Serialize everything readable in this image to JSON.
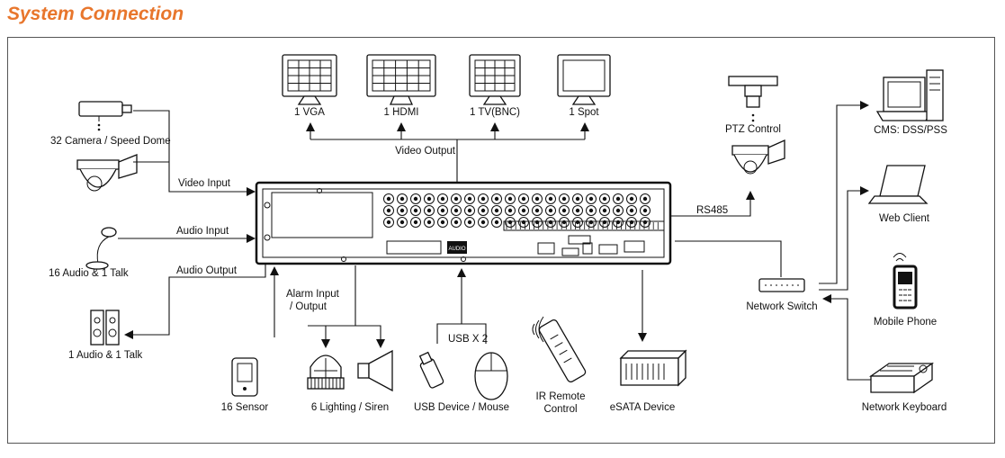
{
  "title": "System Connection",
  "monitors": {
    "vga": "1 VGA",
    "hdmi": "1 HDMI",
    "tv": "1 TV(BNC)",
    "spot": "1 Spot",
    "video_output": "Video Output"
  },
  "inputs": {
    "camera": "32 Camera / Speed Dome",
    "video_input": "Video  Input",
    "audio_input": "Audio  Input",
    "audio_source": "16 Audio & 1 Talk",
    "audio_output": "Audio  Output",
    "speaker": "1 Audio & 1 Talk"
  },
  "bottom": {
    "alarm_io_line1": "Alarm Input",
    "alarm_io_line2": "/ Output",
    "sensor": "16 Sensor",
    "lighting": "6 Lighting / Siren",
    "usb_x2": "USB X 2",
    "usb_device": "USB Device / Mouse",
    "ir_line1": "IR Remote",
    "ir_line2": "Control",
    "esata": "eSATA Device"
  },
  "right": {
    "ptz": "PTZ Control",
    "rs485": "RS485",
    "network_switch": "Network Switch",
    "cms": "CMS: DSS/PSS",
    "web_client": "Web Client",
    "mobile_phone": "Mobile Phone",
    "network_keyboard": "Network Keyboard"
  },
  "dvr": {
    "audio_badge": "AUDIO"
  }
}
